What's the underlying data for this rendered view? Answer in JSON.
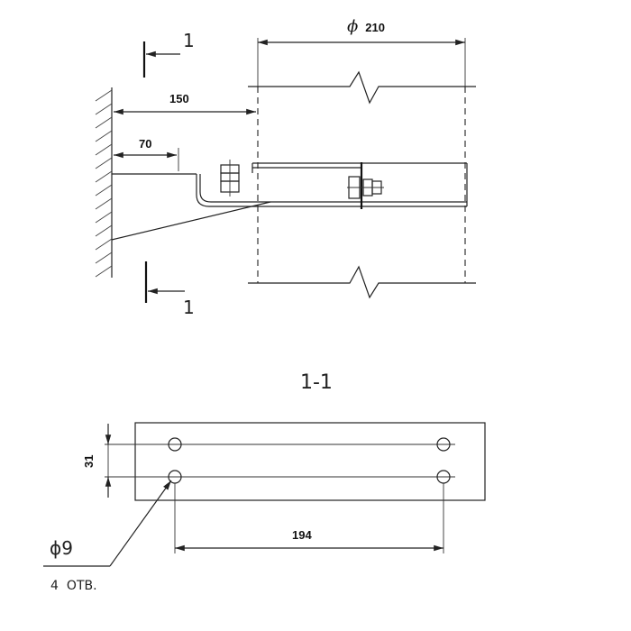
{
  "dimensions": {
    "diameter_symbol": "ϕ",
    "diameter_value": "210",
    "length_150": "150",
    "length_70": "70",
    "height_31": "31",
    "spacing_194": "194",
    "hole_diameter": "ϕ9"
  },
  "section": {
    "marker": "1",
    "title": "1-1"
  },
  "holes": {
    "note_count": "4",
    "note_suffix": "ОТВ."
  }
}
